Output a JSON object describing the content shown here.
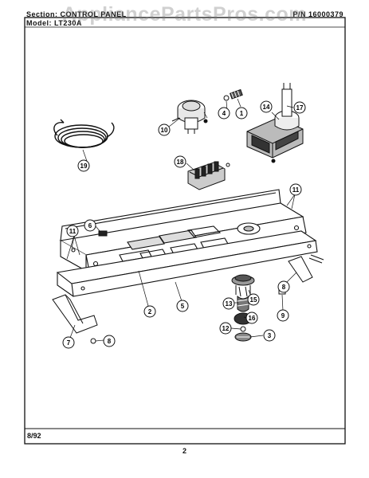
{
  "header": {
    "section_label": "Section: CONTROL PANEL",
    "model_label": "Model: LT230A",
    "part_number": "P/N 16000379"
  },
  "watermark": "AppliancePartsPros.com",
  "footer": {
    "date": "8/92",
    "page_number": "2"
  },
  "callouts": [
    "1",
    "2",
    "3",
    "4",
    "5",
    "6",
    "7",
    "8",
    "8",
    "9",
    "10",
    "11",
    "11",
    "12",
    "13",
    "14",
    "15",
    "16",
    "17",
    "18",
    "19"
  ]
}
